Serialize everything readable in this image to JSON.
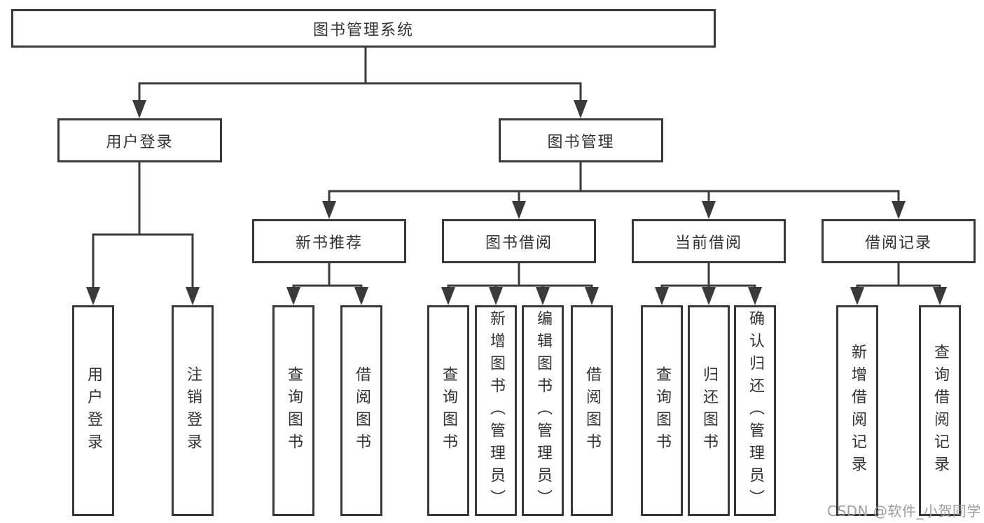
{
  "colors": {
    "line": "#3a3a3a",
    "box_border": "#383838",
    "text": "#333333",
    "watermark": "#9c9c9c",
    "background": "#ffffff"
  },
  "nodes": {
    "root": {
      "label": "图书管理系统"
    },
    "user_login": {
      "label": "用户登录"
    },
    "book_mgmt": {
      "label": "图书管理"
    },
    "new_books": {
      "label": "新书推荐"
    },
    "book_borrow": {
      "label": "图书借阅"
    },
    "current_borrow": {
      "label": "当前借阅"
    },
    "borrow_records": {
      "label": "借阅记录"
    },
    "leaf_user_login": {
      "label": "用户登录"
    },
    "leaf_logout": {
      "label": "注销登录"
    },
    "leaf_nb_query": {
      "label": "查询图书"
    },
    "leaf_nb_borrow": {
      "label": "借阅图书"
    },
    "leaf_bb_query": {
      "label": "查询图书"
    },
    "leaf_bb_add": {
      "label": "新增图书（管理员）"
    },
    "leaf_bb_edit": {
      "label": "编辑图书（管理员）"
    },
    "leaf_bb_borrow": {
      "label": "借阅图书"
    },
    "leaf_cb_query": {
      "label": "查询图书"
    },
    "leaf_cb_return": {
      "label": "归还图书"
    },
    "leaf_cb_confirm": {
      "label": "确认归还（管理员）"
    },
    "leaf_br_add": {
      "label": "新增借阅记录"
    },
    "leaf_br_query": {
      "label": "查询借阅记录"
    }
  },
  "watermark": {
    "text": "CSDN @软件_小贺同学"
  }
}
